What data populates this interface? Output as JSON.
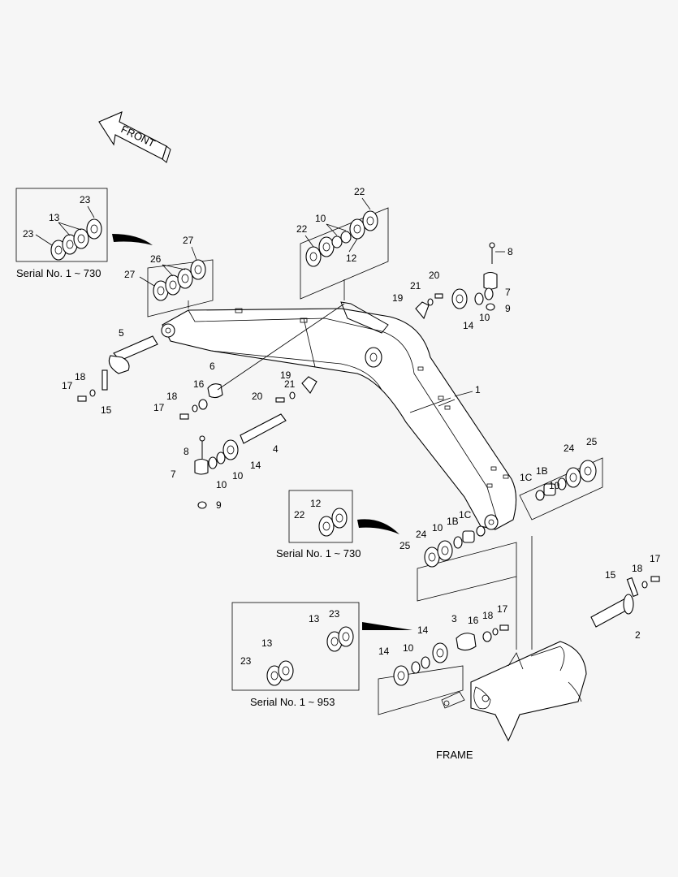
{
  "front_label": "FRONT",
  "frame_label": "FRAME",
  "insets": {
    "serial_730_a": "Serial No. 1 ~ 730",
    "serial_730_b": "Serial No. 1 ~ 730",
    "serial_953": "Serial No. 1 ~ 953"
  },
  "parts": {
    "p1": "1",
    "p2": "2",
    "p3": "3",
    "p4": "4",
    "p5": "5",
    "p6": "6",
    "p7": "7",
    "p8": "8",
    "p9": "9",
    "p10": "10",
    "p12": "12",
    "p13": "13",
    "p14": "14",
    "p15": "15",
    "p16": "16",
    "p17": "17",
    "p18": "18",
    "p19": "19",
    "p20": "20",
    "p21": "21",
    "p22": "22",
    "p23": "23",
    "p24": "24",
    "p25": "25",
    "p26": "26",
    "p27": "27",
    "p1B": "1B",
    "p1C": "1C"
  },
  "colors": {
    "background": "#f6f6f6",
    "ink": "#000000",
    "fill": "#ffffff"
  }
}
